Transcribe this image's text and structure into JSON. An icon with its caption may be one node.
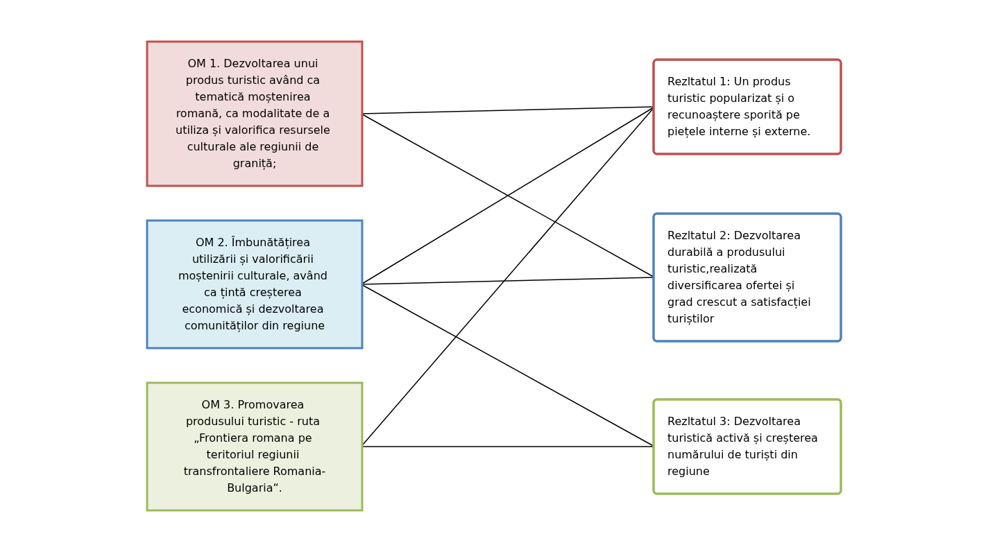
{
  "diagram": {
    "nodes": [
      {
        "text": [
          "OM 1. Dezvoltarea unui produs turistic având ca tematică moștenirea romană, ca modalitate de a utiliza și valorifica resursele culturale ale regiunii de graniță;"
        ]
      },
      {
        "text": [
          "OM 2. Îmbunătățirea utilizării și valorificării moștenirii culturale, având ca țintă creșterea economică și dezvoltarea comunităților din regiune"
        ]
      },
      {
        "text": [
          "OM 3. Promovarea produsului turistic - ruta „Frontiera romana pe teritoriul regiunii transfrontaliere Romania-Bulgaria“."
        ]
      },
      {
        "text": [
          "Rezltatul 1: Un produs turistic popularizat și o recunoaștere sporită pe piețele interne și externe."
        ]
      },
      {
        "text": [
          "Rezltatul 2: Dezvoltarea durabilă a produsului turistic,realizată diversificarea ofertei și grad crescut a satisfacției turiștilor"
        ]
      },
      {
        "text": [
          "Rezltatul 3: Dezvoltarea turistică activă și creșterea numărului de turiști din regiune"
        ]
      }
    ],
    "edges": [
      {
        "from": 0,
        "to": 3,
        "arrow": "none"
      },
      {
        "from": 0,
        "to": 4,
        "arrow": "none"
      },
      {
        "from": 1,
        "to": 3,
        "arrow": "none"
      },
      {
        "from": 1,
        "to": 4,
        "arrow": "none"
      },
      {
        "from": 1,
        "to": 5,
        "arrow": "none"
      },
      {
        "from": 2,
        "to": 3,
        "arrow": "none"
      },
      {
        "from": 2,
        "to": 5,
        "arrow": "none"
      }
    ]
  }
}
